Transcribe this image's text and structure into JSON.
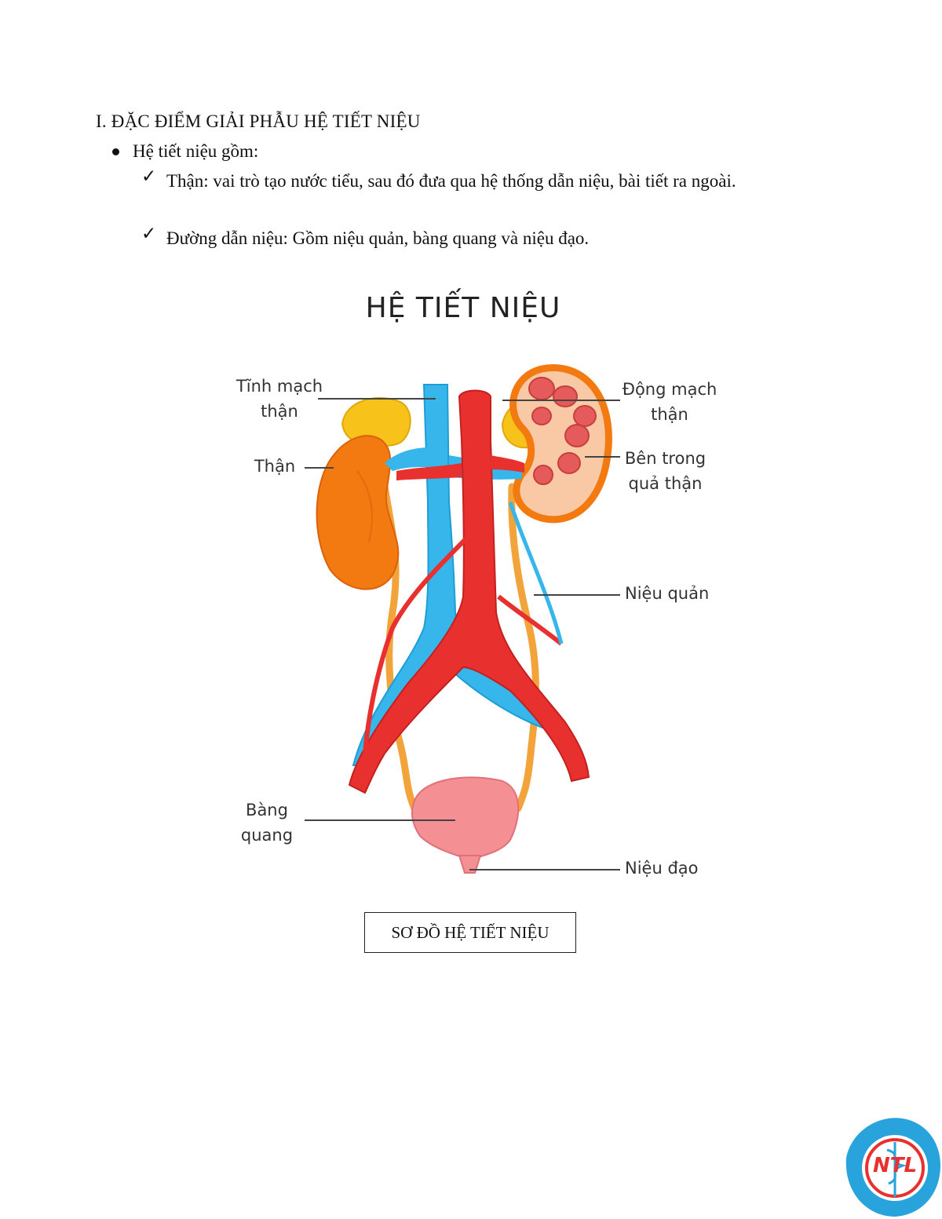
{
  "document": {
    "heading": "I.  ĐẶC ĐIỂM GIẢI PHẪU HỆ TIẾT NIỆU",
    "bullet": "Hệ tiết niệu gồm:",
    "checks": [
      "Thận: vai trò tạo nước tiểu, sau đó đưa qua hệ thống dẫn niệu, bài tiết ra ngoài.",
      "Đường dẫn niệu: Gồm niệu quản, bàng quang và niệu đạo."
    ],
    "check_mark": "✓"
  },
  "figure": {
    "title": "HỆ TIẾT NIỆU",
    "labels": {
      "renal_vein": "Tĩnh mạch thận",
      "renal_artery": "Động mạch thận",
      "kidney": "Thận",
      "kidney_inside": "Bên trong quả thận",
      "ureter": "Niệu quản",
      "bladder": "Bàng quang",
      "urethra": "Niệu đạo"
    },
    "caption": "SƠ ĐỒ HỆ TIẾT NIỆU"
  },
  "logo": {
    "text": "NTL"
  },
  "colors": {
    "vein": "#36b6ea",
    "artery": "#e8302f",
    "kidney": "#f27a10",
    "adrenal": "#f7c21a",
    "ureter": "#f2a33a",
    "bladder": "#f48f94"
  }
}
